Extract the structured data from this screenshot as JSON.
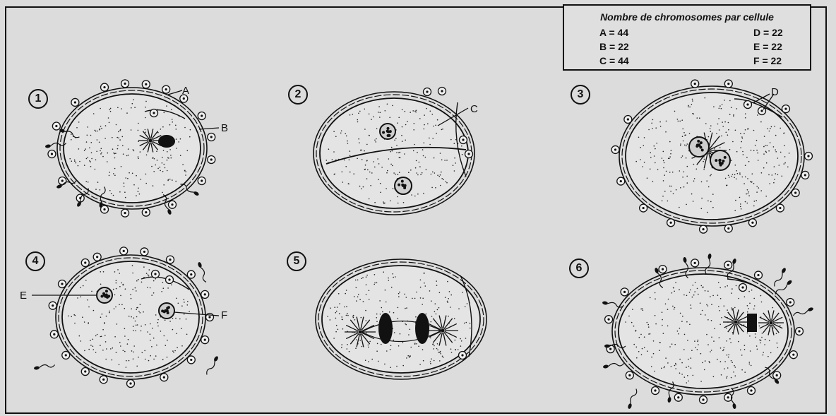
{
  "legend": {
    "title": "Nombre de chromosomes par cellule",
    "entries": [
      {
        "label": "A = 44"
      },
      {
        "label": "B = 22"
      },
      {
        "label": "C = 44"
      },
      {
        "label": "D = 22"
      },
      {
        "label": "E = 22"
      },
      {
        "label": "F = 22"
      }
    ]
  },
  "panels": [
    {
      "number": "1"
    },
    {
      "number": "2"
    },
    {
      "number": "3"
    },
    {
      "number": "4"
    },
    {
      "number": "5"
    },
    {
      "number": "6"
    }
  ],
  "annotations": {
    "a": "A",
    "b": "B",
    "c": "C",
    "d": "D",
    "e": "E",
    "f": "F"
  }
}
